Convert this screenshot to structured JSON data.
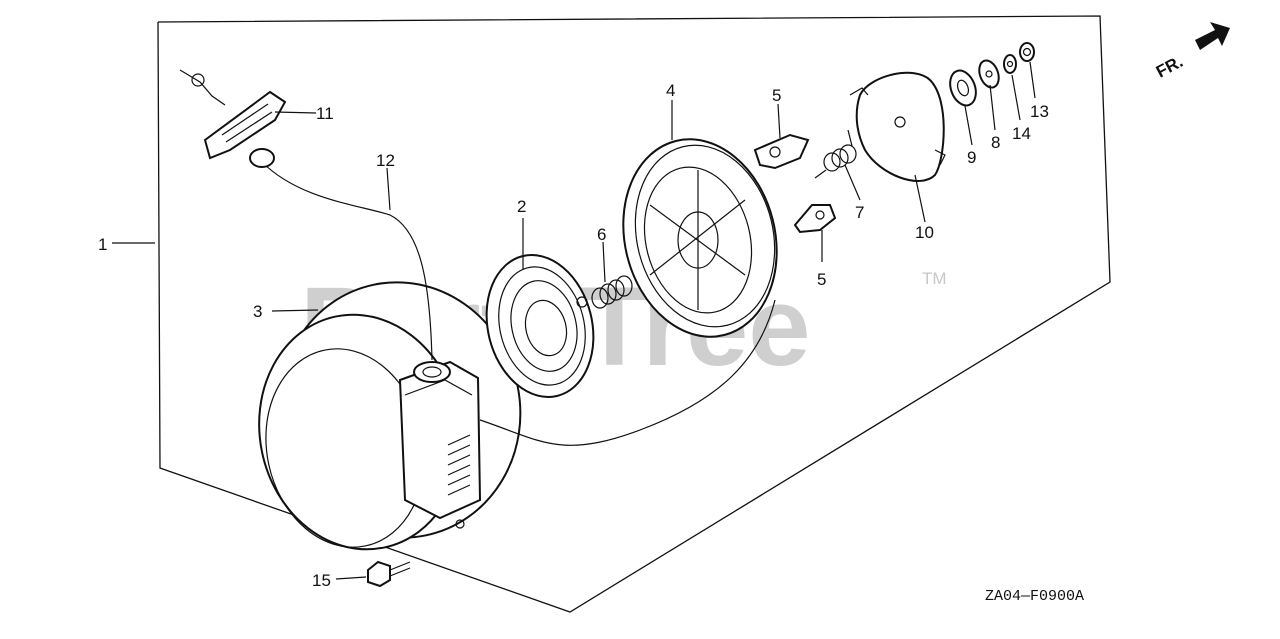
{
  "diagram": {
    "watermark": "PartsTree",
    "trademark": "TM",
    "direction_label": "FR.",
    "drawing_code": "ZA04—F0900A",
    "callouts": [
      {
        "id": "c1",
        "text": "1"
      },
      {
        "id": "c2",
        "text": "2"
      },
      {
        "id": "c3",
        "text": "3"
      },
      {
        "id": "c4",
        "text": "4"
      },
      {
        "id": "c5a",
        "text": "5"
      },
      {
        "id": "c5b",
        "text": "5"
      },
      {
        "id": "c6",
        "text": "6"
      },
      {
        "id": "c7",
        "text": "7"
      },
      {
        "id": "c8",
        "text": "8"
      },
      {
        "id": "c9",
        "text": "9"
      },
      {
        "id": "c10",
        "text": "10"
      },
      {
        "id": "c11",
        "text": "11"
      },
      {
        "id": "c12",
        "text": "12"
      },
      {
        "id": "c13",
        "text": "13"
      },
      {
        "id": "c14",
        "text": "14"
      },
      {
        "id": "c15",
        "text": "15"
      }
    ]
  }
}
